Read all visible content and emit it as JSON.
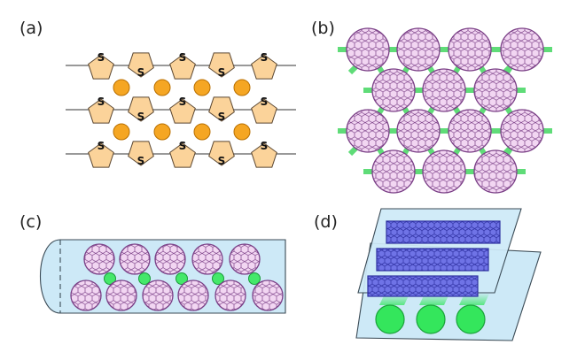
{
  "panels": {
    "a": {
      "label": "(a)",
      "sulfur": "S"
    },
    "b": {
      "label": "(b)"
    },
    "c": {
      "label": "(c)"
    },
    "d": {
      "label": "(d)"
    }
  },
  "colors": {
    "thiophene_fill": "#fbd39a",
    "thiophene_stroke": "#5a4630",
    "dopant_fill": "#f5a623",
    "fullerene_fill": "#f2d6f2",
    "fullerene_stroke": "#7a3f86",
    "linker_green": "#5fdc78",
    "tube_fill": "#cde9f7",
    "nanotube_fill": "#6f73e6",
    "nanotube_stroke": "#2d2fa0",
    "bright_green": "#34e65c"
  }
}
